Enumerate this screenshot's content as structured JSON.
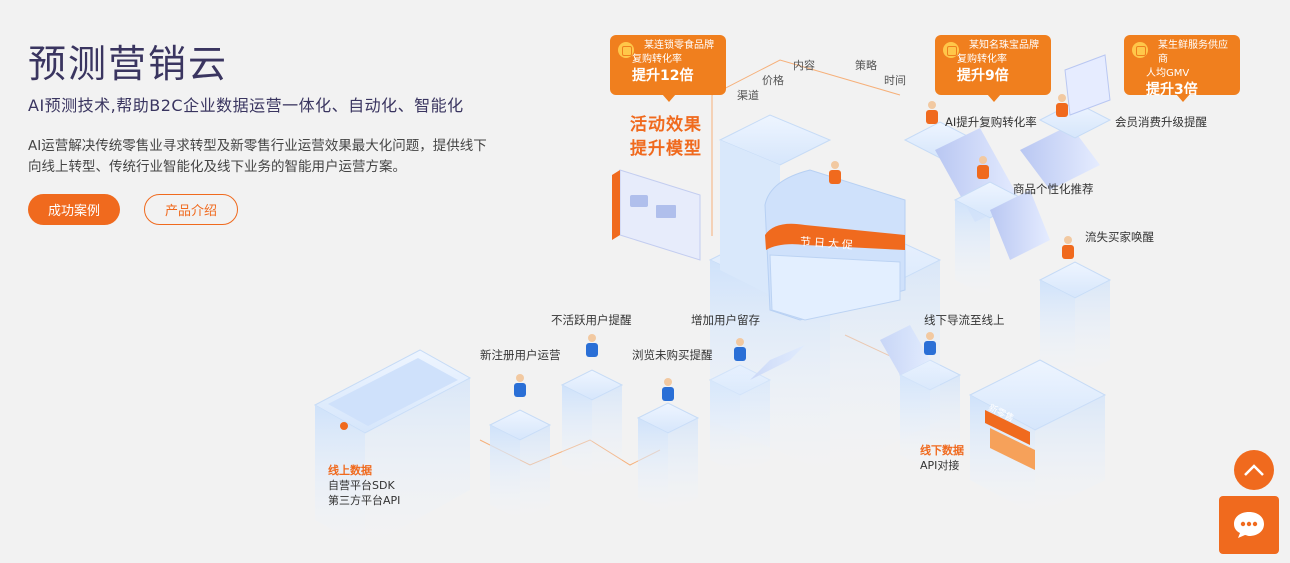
{
  "hero": {
    "title": "预测营销云",
    "subtitle": "AI预测技术,帮助B2C企业数据运营一体化、自动化、智能化",
    "description": "AI运营解决传统零售业寻求转型及新零售行业运营效果最大化问题，提供线下向线上转型、传统行业智能化及线下业务的智能用户运营方案。",
    "primary_button": "成功案例",
    "secondary_button": "产品介绍"
  },
  "illustration": {
    "model_title_line1": "活动效果",
    "model_title_line2": "提升模型",
    "dimensions": [
      "渠道",
      "价格",
      "内容",
      "策略",
      "时间"
    ],
    "callouts": [
      {
        "brand": "某连锁零食品牌",
        "metric": "复购转化率",
        "gain": "提升12倍"
      },
      {
        "brand": "某知名珠宝品牌",
        "metric": "复购转化率",
        "gain": "提升9倍"
      },
      {
        "brand": "某生鲜服务供应商",
        "metric": "人均GMV",
        "gain": "提升3倍"
      }
    ],
    "step_labels": {
      "ai_repurchase": "AI提升复购转化率",
      "membership": "会员消费升级提醒",
      "personalized": "商品个性化推荐",
      "churn": "流失买家唤醒",
      "offline_to_online": "线下导流至线上",
      "inactive": "不活跃用户提醒",
      "retention": "增加用户留存",
      "new_user": "新注册用户运营",
      "browse_no_buy": "浏览未购买提醒"
    },
    "store_banner": "节日大促",
    "shop_sign": "新零售",
    "online_data": {
      "title": "线上数据",
      "line1": "自营平台SDK",
      "line2": "第三方平台API"
    },
    "offline_data": {
      "title": "线下数据",
      "line1": "API对接"
    }
  },
  "floating": {
    "back_to_top_icon": "chevron-up-icon",
    "chat_icon": "chat-bubble-icon"
  },
  "colors": {
    "accent": "#f06a1e",
    "title": "#3a3560",
    "callout": "#f07f1e",
    "platform": "#dbe9fb"
  }
}
